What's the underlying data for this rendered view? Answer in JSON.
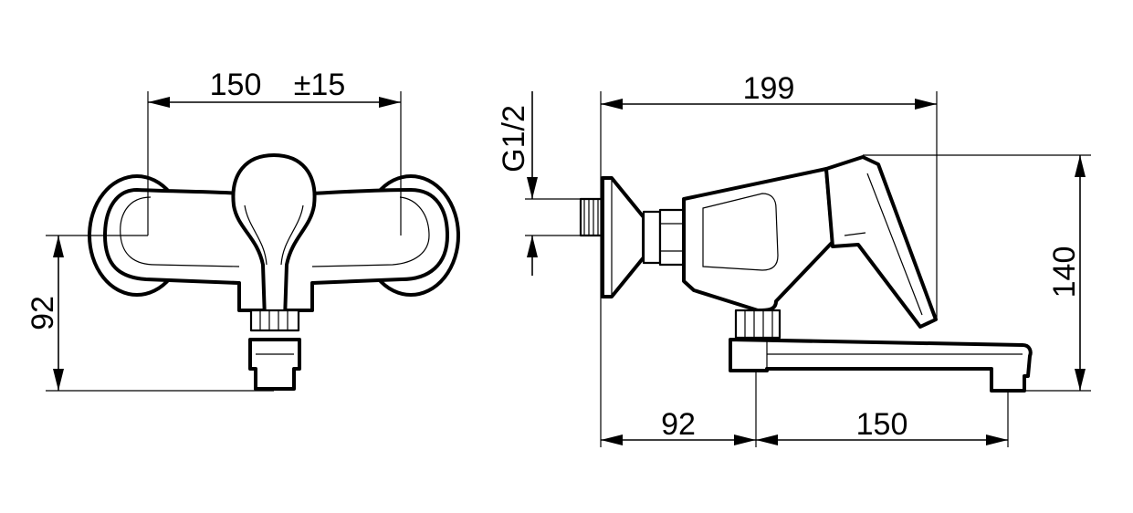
{
  "front_view": {
    "width_label": "150",
    "tolerance_label": "±15",
    "height_label": "92"
  },
  "side_view": {
    "thread_label": "G1/2",
    "total_length_label": "199",
    "wall_to_spout_label": "92",
    "spout_length_label": "150",
    "height_label": "140"
  }
}
